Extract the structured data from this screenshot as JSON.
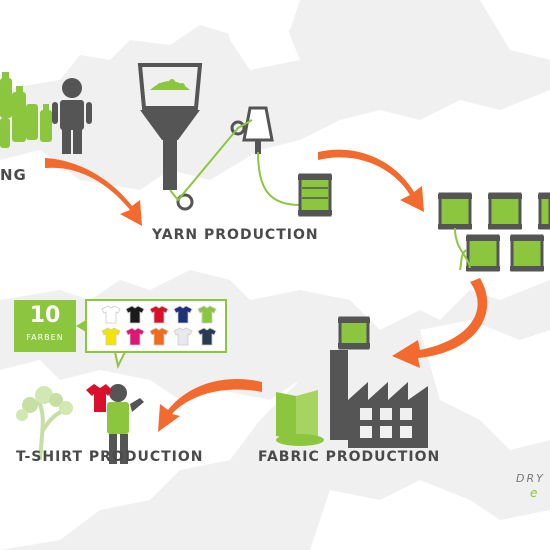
{
  "stages": {
    "recycling": {
      "label": "NG"
    },
    "yarn": {
      "label": "YARN PRODUCTION"
    },
    "fabric": {
      "label": "FABRIC PRODUCTION"
    },
    "tshirt": {
      "label": "T-SHIRT PRODUCTION"
    }
  },
  "badge": {
    "number": "10",
    "caption": "FARBEN"
  },
  "shirt_colors": [
    "#ffffff",
    "#1a1a1a",
    "#d8102c",
    "#1f2f7a",
    "#8cc63f",
    "#f5e400",
    "#e0157a",
    "#f26a1b",
    "#e8e8ee",
    "#2a3a50"
  ],
  "brand": {
    "line1": "DRY",
    "line2": "e"
  },
  "colors": {
    "accent_green": "#8cc63f",
    "arrow_orange": "#f26a2e",
    "dark_gray": "#555555",
    "map": "#ffffff"
  }
}
